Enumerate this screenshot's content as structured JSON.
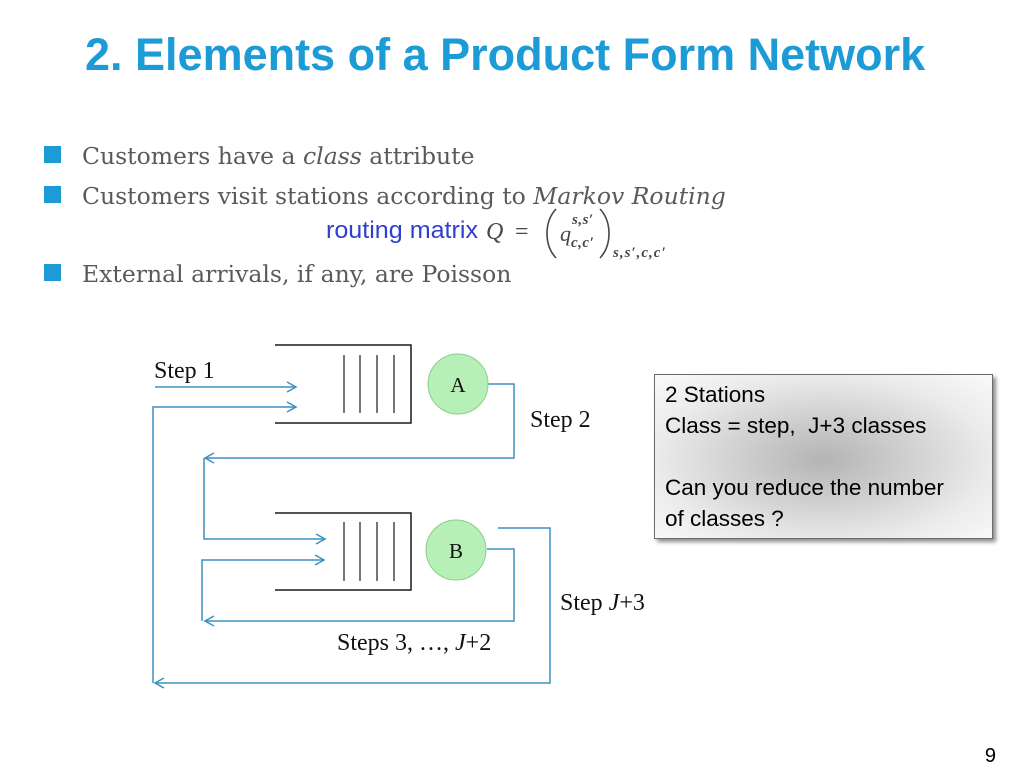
{
  "slide": {
    "title": "2. Elements of a Product Form Network",
    "page_number": "9"
  },
  "theme": {
    "accent_color": "#1d9bd6",
    "body_text_color": "#5a5a5a"
  },
  "bullets": [
    {
      "text": "Customers have a ",
      "emphasis": "class",
      "text_after": " attribute"
    },
    {
      "text": "Customers visit stations according to ",
      "emphasis": "Markov Routing"
    },
    {
      "text": "External arrivals, if any, are Poisson"
    }
  ],
  "routing_matrix": {
    "label": "routing matrix",
    "symbol": "Q",
    "relation": "=",
    "entry": "q",
    "entry_superscript": "s,s′",
    "entry_subscript": "c,c′",
    "index_subscript": "s,s′,c,c′",
    "label_color": "#2f3fcf",
    "math_color": "#474747"
  },
  "diagram": {
    "stations": [
      {
        "name": "A"
      },
      {
        "name": "B"
      }
    ],
    "labels": {
      "step_1": "Step 1",
      "step_2": "Step 2",
      "step_last": {
        "prefix": "Step ",
        "variable": "J",
        "suffix": "+3"
      },
      "steps_middle": {
        "prefix": "Steps 3, …, ",
        "variable": "J",
        "suffix": "+2"
      }
    },
    "colors": {
      "connector": "#3f8fc0",
      "queue": "#1a1a1a",
      "station_fill": "#b6f0b6",
      "station_stroke": "#8ccc8c",
      "label": "#111111"
    }
  },
  "note_box": {
    "lines": [
      "2 Stations",
      "Class = step,  J+3 classes"
    ],
    "question_lines": [
      "Can you reduce the number",
      "of classes ?"
    ]
  }
}
